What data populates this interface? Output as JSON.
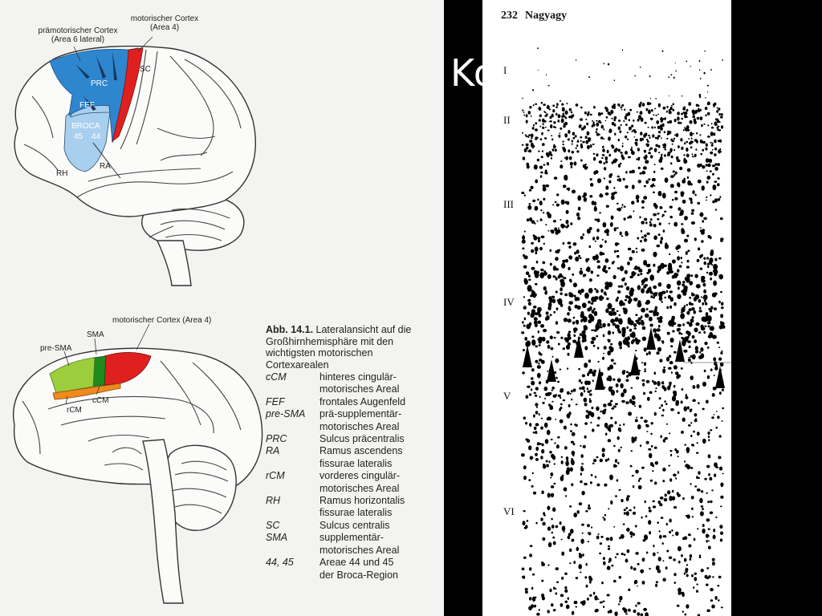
{
  "slide_title_fragment": "Ko",
  "left_page": {
    "lateral_figure": {
      "labels": {
        "premotor_line1": "prämotorischer Cortex",
        "premotor_line2": "(Area 6 lateral)",
        "motor_line1": "motorischer Cortex",
        "motor_line2": "(Area 4)",
        "sc": "SC",
        "prc": "PRC",
        "fef": "FEF",
        "broca": "BROCA",
        "area45": "45",
        "area44": "44",
        "rh": "RH",
        "ra": "RA"
      }
    },
    "medial_figure": {
      "labels": {
        "motor": "motorischer Cortex  (Area 4)",
        "sma": "SMA",
        "pre_sma": "pre-SMA",
        "ccm": "cCM",
        "rcm": "rCM"
      }
    },
    "caption": {
      "number": "Abb. 14.1.",
      "text": "Lateralansicht auf die Großhirnhemisphäre mit den wichtigsten motorischen Cortexarealen",
      "abbreviations": [
        {
          "key": "cCM",
          "def": "hinteres cingulär-"
        },
        {
          "key": "",
          "def": "motorisches Areal"
        },
        {
          "key": "FEF",
          "def": "frontales Augenfeld"
        },
        {
          "key": "pre-SMA",
          "def": "prä-supplementär-"
        },
        {
          "key": "",
          "def": "motorisches Areal"
        },
        {
          "key": "PRC",
          "def": "Sulcus präcentralis"
        },
        {
          "key": "RA",
          "def": "Ramus ascendens"
        },
        {
          "key": "",
          "def": "fissurae lateralis"
        },
        {
          "key": "rCM",
          "def": "vorderes cingulär-"
        },
        {
          "key": "",
          "def": "motorisches Areal"
        },
        {
          "key": "RH",
          "def": "Ramus horizontalis"
        },
        {
          "key": "",
          "def": "fissurae lateralis"
        },
        {
          "key": "SC",
          "def": "Sulcus centralis"
        },
        {
          "key": "SMA",
          "def": "supplementär-"
        },
        {
          "key": "",
          "def": "motorisches Areal"
        },
        {
          "key": "44, 45",
          "def": "Areae 44 und 45"
        },
        {
          "key": "",
          "def": "der Broca-Region"
        }
      ]
    }
  },
  "right_page": {
    "page_number": "232",
    "author": "Nagyagy",
    "layers": [
      "I",
      "II",
      "III",
      "IV",
      "V",
      "VI"
    ]
  },
  "colors": {
    "premotor_blue": "#2e86cf",
    "premotor_light": "#a9cfee",
    "motor_red": "#e0201f",
    "sma_dark_green": "#1f8a1f",
    "presma_light_green": "#9ccd3c",
    "cingulate_orange": "#f08a1e",
    "cell_ink": "#000000"
  },
  "icons": [
    "lateral-brain-illustration",
    "medial-brain-illustration",
    "cortex-cell-stain"
  ]
}
